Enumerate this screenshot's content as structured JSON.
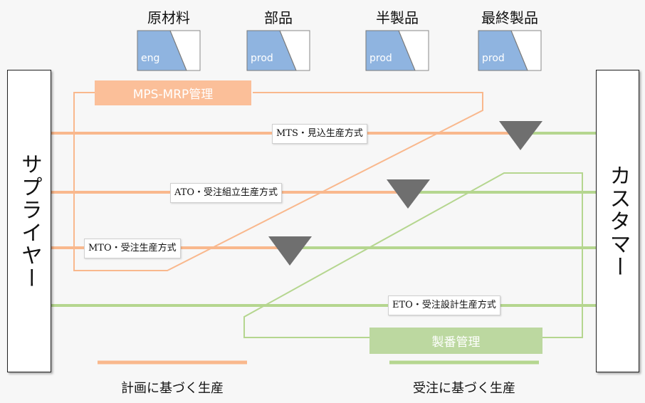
{
  "stages": [
    {
      "label": "原材料",
      "tag": "eng"
    },
    {
      "label": "部品",
      "tag": "prod"
    },
    {
      "label": "半製品",
      "tag": "prod"
    },
    {
      "label": "最終製品",
      "tag": "prod"
    }
  ],
  "supplier": "サプライヤー",
  "customer": "カスタマー",
  "modes": [
    {
      "label": "MTS・見込生産方式"
    },
    {
      "label": "ATO・受注組立生産方式"
    },
    {
      "label": "MTO・受注生産方式"
    },
    {
      "label": "ETO・受注設計生産方式"
    }
  ],
  "planning_box": "MPS-MRP管理",
  "order_box": "製番管理",
  "legend": {
    "plan": "計画に基づく生産",
    "order": "受注に基づく生産"
  },
  "colors": {
    "plan_line": "#f9b88d",
    "order_line": "#b5d68f",
    "plan_box": "#fbbf99",
    "order_box": "#bcd8a0",
    "tag_fill": "#8fb4e0",
    "decoupling_triangle": "#6f6f6f"
  },
  "icons": {
    "stage_tag": "stage-tag-icon",
    "decoupling_point": "inventory-triangle-icon"
  }
}
